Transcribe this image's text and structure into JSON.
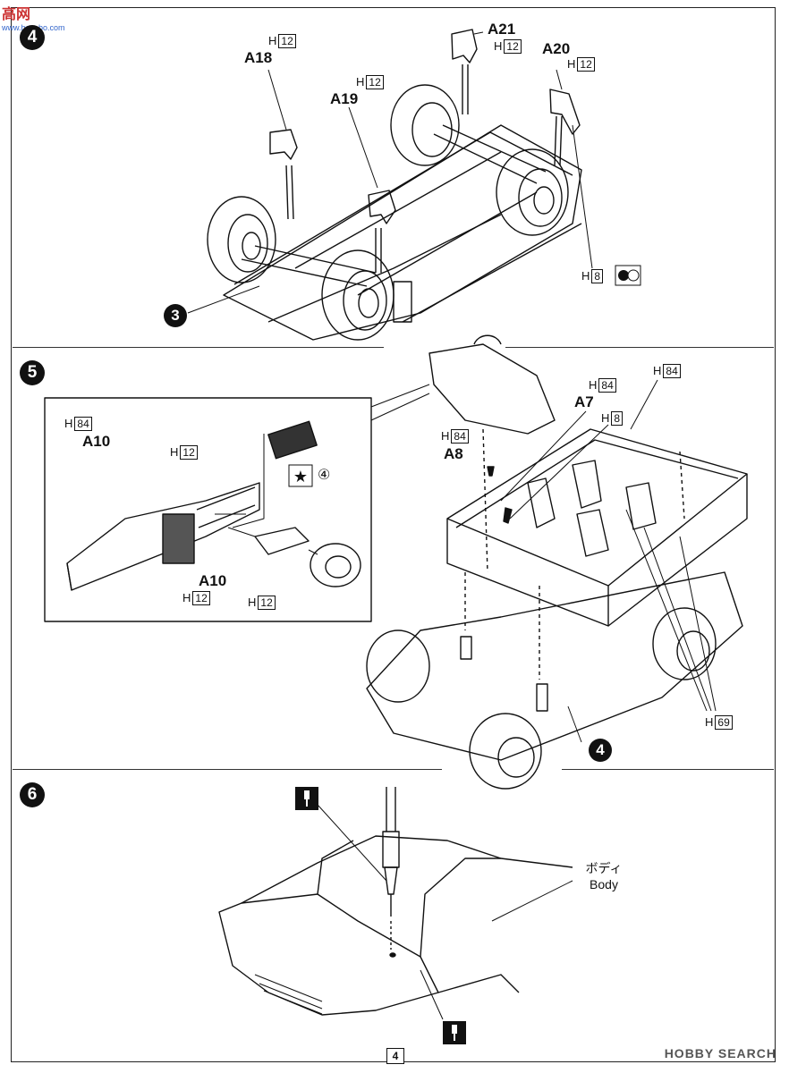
{
  "watermark": {
    "site_cn": "高网",
    "site_url": "www.hasebo.com",
    "hobby_search": "HOBBY SEARCH"
  },
  "page_number": "4",
  "step4": {
    "number": "4",
    "ref_number": "3",
    "parts": [
      {
        "id": "A18",
        "hcode": "12"
      },
      {
        "id": "A19",
        "hcode": "12"
      },
      {
        "id": "A21",
        "hcode": "12"
      },
      {
        "id": "A20",
        "hcode": "12"
      }
    ],
    "bottom_hcode": "8"
  },
  "step5": {
    "number": "5",
    "ref_number": "4",
    "inset": {
      "a10_left": {
        "id": "A10",
        "hcode": "84"
      },
      "dash_hcode": "12",
      "a10_bottom": {
        "id": "A10",
        "hcode": "12"
      },
      "wheel_hcode": "12",
      "decal_number": "④"
    },
    "a7": {
      "id": "A7",
      "hcode": "84"
    },
    "a8": {
      "id": "A8",
      "hcode": "84"
    },
    "a7_sub_hcode": "8",
    "tub_hcode": "84",
    "seat_hcode": "69"
  },
  "step6": {
    "number": "6",
    "body_jp": "ボディ",
    "body_en": "Body"
  }
}
